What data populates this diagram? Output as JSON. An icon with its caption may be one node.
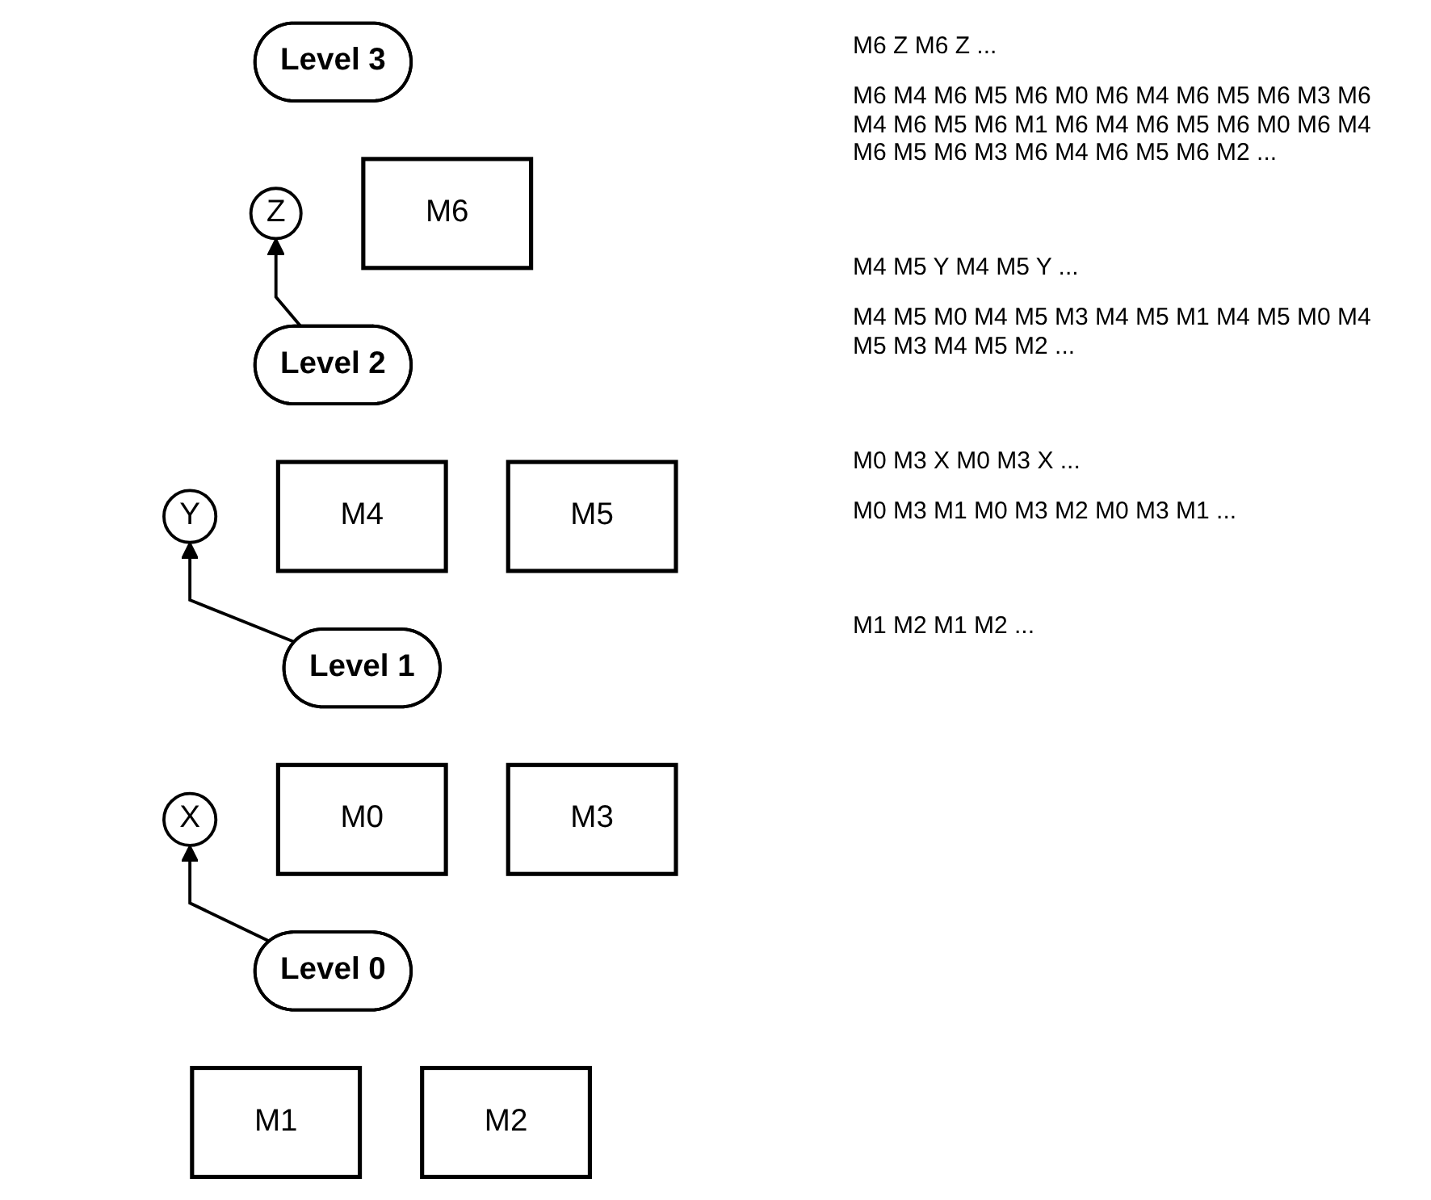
{
  "diagram": {
    "nodes": [
      {
        "text": [
          "Level 3"
        ]
      },
      {
        "text": [
          "Z"
        ]
      },
      {
        "text": [
          "M6"
        ]
      },
      {
        "text": [
          "Level 2"
        ]
      },
      {
        "text": [
          "Y"
        ]
      },
      {
        "text": [
          "M4"
        ]
      },
      {
        "text": [
          "M5"
        ]
      },
      {
        "text": [
          "Level 1"
        ]
      },
      {
        "text": [
          "X"
        ]
      },
      {
        "text": [
          "M0"
        ]
      },
      {
        "text": [
          "M3"
        ]
      },
      {
        "text": [
          "Level 0"
        ]
      },
      {
        "text": [
          "M1"
        ]
      },
      {
        "text": [
          "M2"
        ]
      }
    ],
    "edges": [
      {
        "from": 3,
        "to": 1,
        "arrow": "to"
      },
      {
        "from": 7,
        "to": 4,
        "arrow": "to"
      },
      {
        "from": 11,
        "to": 8,
        "arrow": "to"
      }
    ],
    "labels": [
      "M6 Z M6 Z ...",
      "M6 M4 M6 M5 M6 M0 M6 M4 M6 M5 M6 M3 M6 M4 M6 M5 M6 M1 M6 M4 M6 M5 M6 M0 M6 M4 M6 M5 M6 M3 M6 M4 M6 M5 M6 M2 ...",
      "M4 M5 Y M4 M5 Y ...",
      "M4 M5 M0 M4 M5 M3 M4 M5 M1 M4 M5 M0 M4 M5 M3 M4 M5 M2 ...",
      "M0 M3 X M0 M3 X ...",
      "M0 M3 M1 M0 M3 M2 M0 M3 M1 ...",
      "M1 M2 M1 M2 ..."
    ]
  }
}
